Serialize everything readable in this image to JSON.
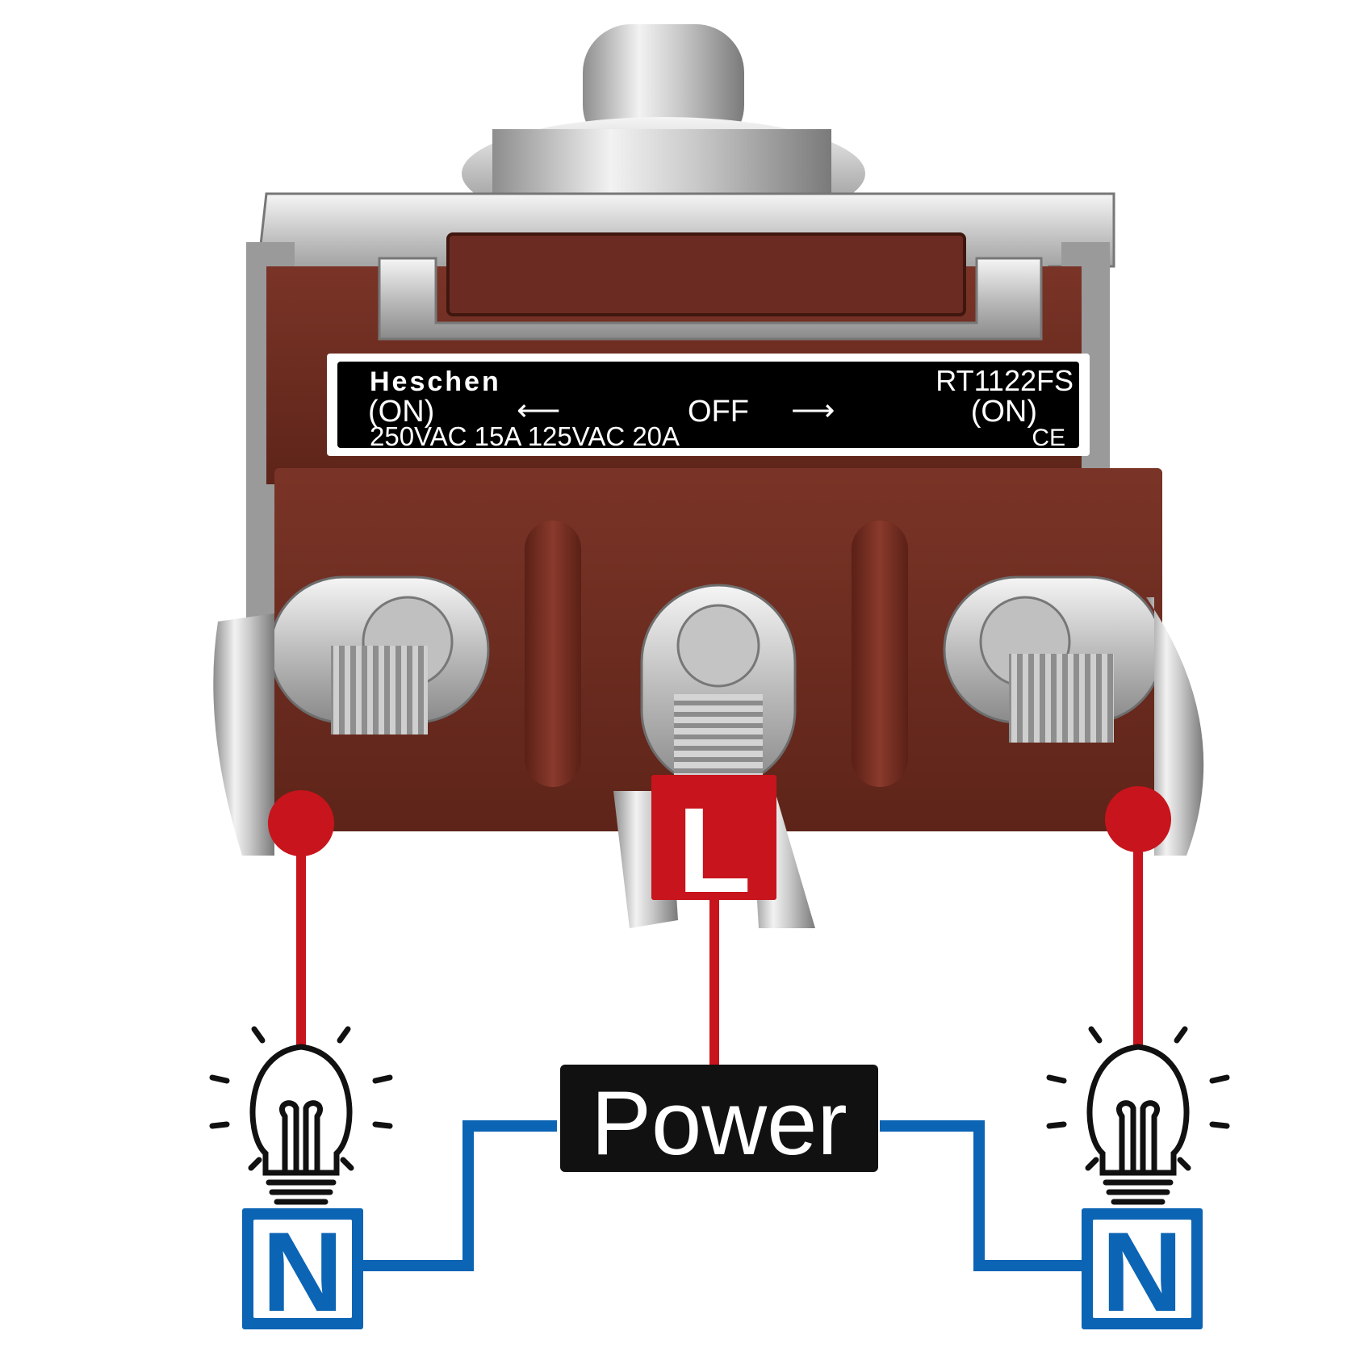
{
  "switch_label": {
    "brand": "Heschen",
    "model": "RT1122FS",
    "left_position": "(ON)",
    "middle_position": "OFF",
    "right_position": "(ON)",
    "rating": "250VAC 15A 125VAC 20A",
    "certification": "CE"
  },
  "terminals": {
    "live": "L"
  },
  "power_box": {
    "label": "Power"
  },
  "neutral_left": {
    "label": "N"
  },
  "neutral_right": {
    "label": "N"
  },
  "colors": {
    "live_wire": "#c8141c",
    "neutral_wire": "#0b64b4",
    "switch_body": "#6e2d22",
    "label_background": "#000000"
  },
  "icons": [
    "toggle-switch-icon",
    "light-bulb-icon",
    "light-bulb-icon"
  ]
}
